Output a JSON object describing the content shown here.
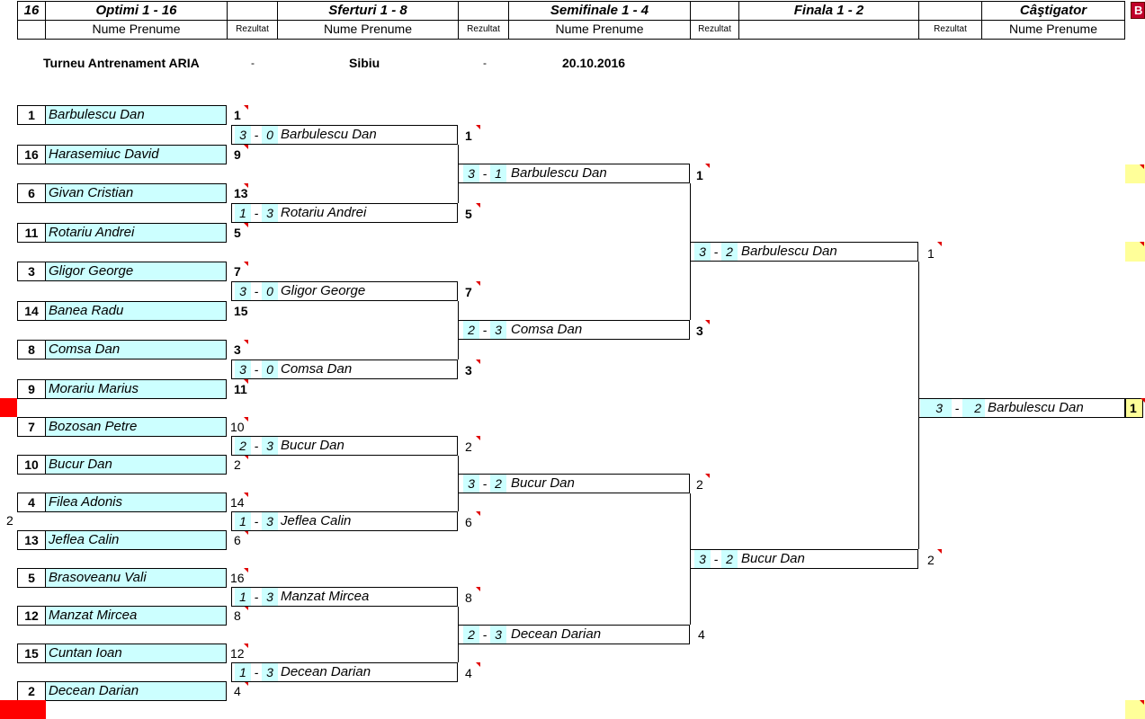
{
  "header": {
    "draw_size": "16",
    "rounds": [
      "Optimi 1 - 16",
      "Sferturi 1 - 8",
      "Semifinale 1 - 4",
      "Finala 1 - 2",
      "Câştigator"
    ],
    "name_label": "Nume Prenume",
    "result_label": "Rezultat",
    "corner_label": "B"
  },
  "info": {
    "tournament": "Turneu Antrenament ARIA",
    "sep1": "-",
    "city": "Sibiu",
    "sep2": "-",
    "date": "20.10.2016"
  },
  "players": [
    {
      "seed": "1",
      "name": "Barbulescu Dan",
      "rank": "1"
    },
    {
      "seed": "16",
      "name": "Harasemiuc David",
      "rank": "9"
    },
    {
      "seed": "6",
      "name": "Givan Cristian",
      "rank": "13"
    },
    {
      "seed": "11",
      "name": "Rotariu Andrei",
      "rank": "5"
    },
    {
      "seed": "3",
      "name": "Gligor George",
      "rank": "7"
    },
    {
      "seed": "14",
      "name": "Banea Radu",
      "rank": "15"
    },
    {
      "seed": "8",
      "name": "Comsa Dan",
      "rank": "3"
    },
    {
      "seed": "9",
      "name": "Morariu Marius",
      "rank": "11"
    },
    {
      "seed": "7",
      "name": "Bozosan Petre",
      "rank": "10"
    },
    {
      "seed": "10",
      "name": "Bucur Dan",
      "rank": "2"
    },
    {
      "seed": "4",
      "name": "Filea Adonis",
      "rank": "14"
    },
    {
      "seed": "13",
      "name": "Jeflea Calin",
      "rank": "6"
    },
    {
      "seed": "5",
      "name": "Brasoveanu Vali",
      "rank": "16"
    },
    {
      "seed": "12",
      "name": "Manzat Mircea",
      "rank": "8"
    },
    {
      "seed": "15",
      "name": "Cuntan Ioan",
      "rank": "12"
    },
    {
      "seed": "2",
      "name": "Decean Darian",
      "rank": "4"
    }
  ],
  "quarterfinals": [
    {
      "s1": "3",
      "s2": "0",
      "winner": "Barbulescu Dan",
      "rank": "1"
    },
    {
      "s1": "1",
      "s2": "3",
      "winner": "Rotariu Andrei",
      "rank": "5"
    },
    {
      "s1": "3",
      "s2": "0",
      "winner": "Gligor George",
      "rank": "7"
    },
    {
      "s1": "3",
      "s2": "0",
      "winner": "Comsa Dan",
      "rank": "3"
    },
    {
      "s1": "2",
      "s2": "3",
      "winner": "Bucur Dan",
      "rank": "2"
    },
    {
      "s1": "1",
      "s2": "3",
      "winner": "Jeflea Calin",
      "rank": "6"
    },
    {
      "s1": "1",
      "s2": "3",
      "winner": "Manzat Mircea",
      "rank": "8"
    },
    {
      "s1": "1",
      "s2": "3",
      "winner": "Decean Darian",
      "rank": "4"
    }
  ],
  "semifinals": [
    {
      "s1": "3",
      "s2": "1",
      "winner": "Barbulescu Dan",
      "rank": "1"
    },
    {
      "s1": "2",
      "s2": "3",
      "winner": "Comsa Dan",
      "rank": "3"
    },
    {
      "s1": "3",
      "s2": "2",
      "winner": "Bucur Dan",
      "rank": "2"
    },
    {
      "s1": "2",
      "s2": "3",
      "winner": "Decean Darian",
      "rank": "4"
    }
  ],
  "finals": [
    {
      "s1": "3",
      "s2": "2",
      "winner": "Barbulescu Dan",
      "rank": "1"
    },
    {
      "s1": "3",
      "s2": "2",
      "winner": "Bucur Dan",
      "rank": "2"
    }
  ],
  "champion": {
    "s1": "3",
    "s2": "2",
    "winner": "Barbulescu Dan",
    "rank": "1"
  },
  "side_number": "2",
  "colors": {
    "cyan": "#ccffff",
    "yellow": "#ffff99",
    "red": "#ff0000",
    "comment": "#e00000"
  }
}
